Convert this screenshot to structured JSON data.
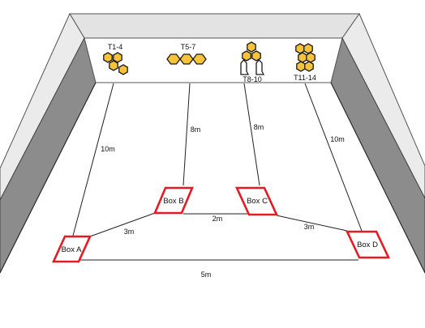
{
  "targets": [
    {
      "label": "T1-4"
    },
    {
      "label": "T5-7"
    },
    {
      "label": "T8-10"
    },
    {
      "label": "T11-14"
    }
  ],
  "boxes": [
    {
      "label": "Box A"
    },
    {
      "label": "Box B"
    },
    {
      "label": "Box C"
    },
    {
      "label": "Box D"
    }
  ],
  "distances": {
    "box_b_to_t5_7": "8m",
    "box_c_to_t8_10": "8m",
    "box_a_to_t1_4": "10m",
    "box_d_to_t11_14": "10m",
    "box_a_to_box_b": "3m",
    "box_b_to_box_c": "2m",
    "box_c_to_box_d": "3m",
    "box_a_to_box_d": "5m"
  },
  "colors": {
    "target_fill": "#f6c33a",
    "box_outline": "#e31b23",
    "wall_dark": "#8c8c8c",
    "wall_light": "#e3e3e3"
  }
}
